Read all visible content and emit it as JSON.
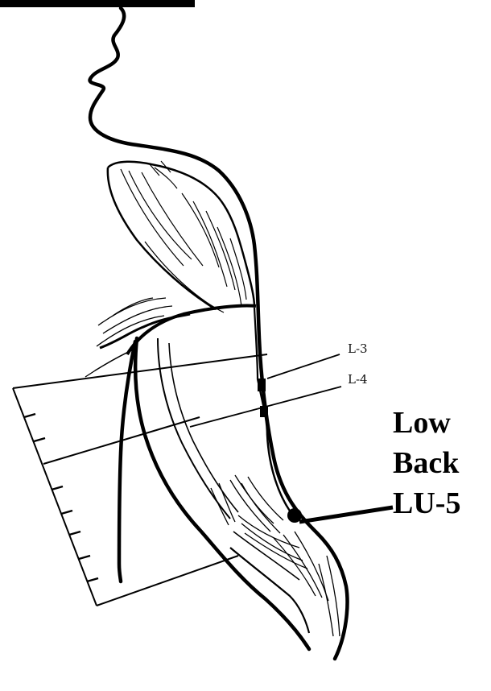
{
  "labels": {
    "guide_upper": "L-3",
    "guide_lower": "L-4"
  },
  "callout": {
    "line1": "Low",
    "line2": "Back",
    "line3": "LU-5"
  },
  "colors": {
    "ink": "#000000",
    "background": "#ffffff"
  }
}
